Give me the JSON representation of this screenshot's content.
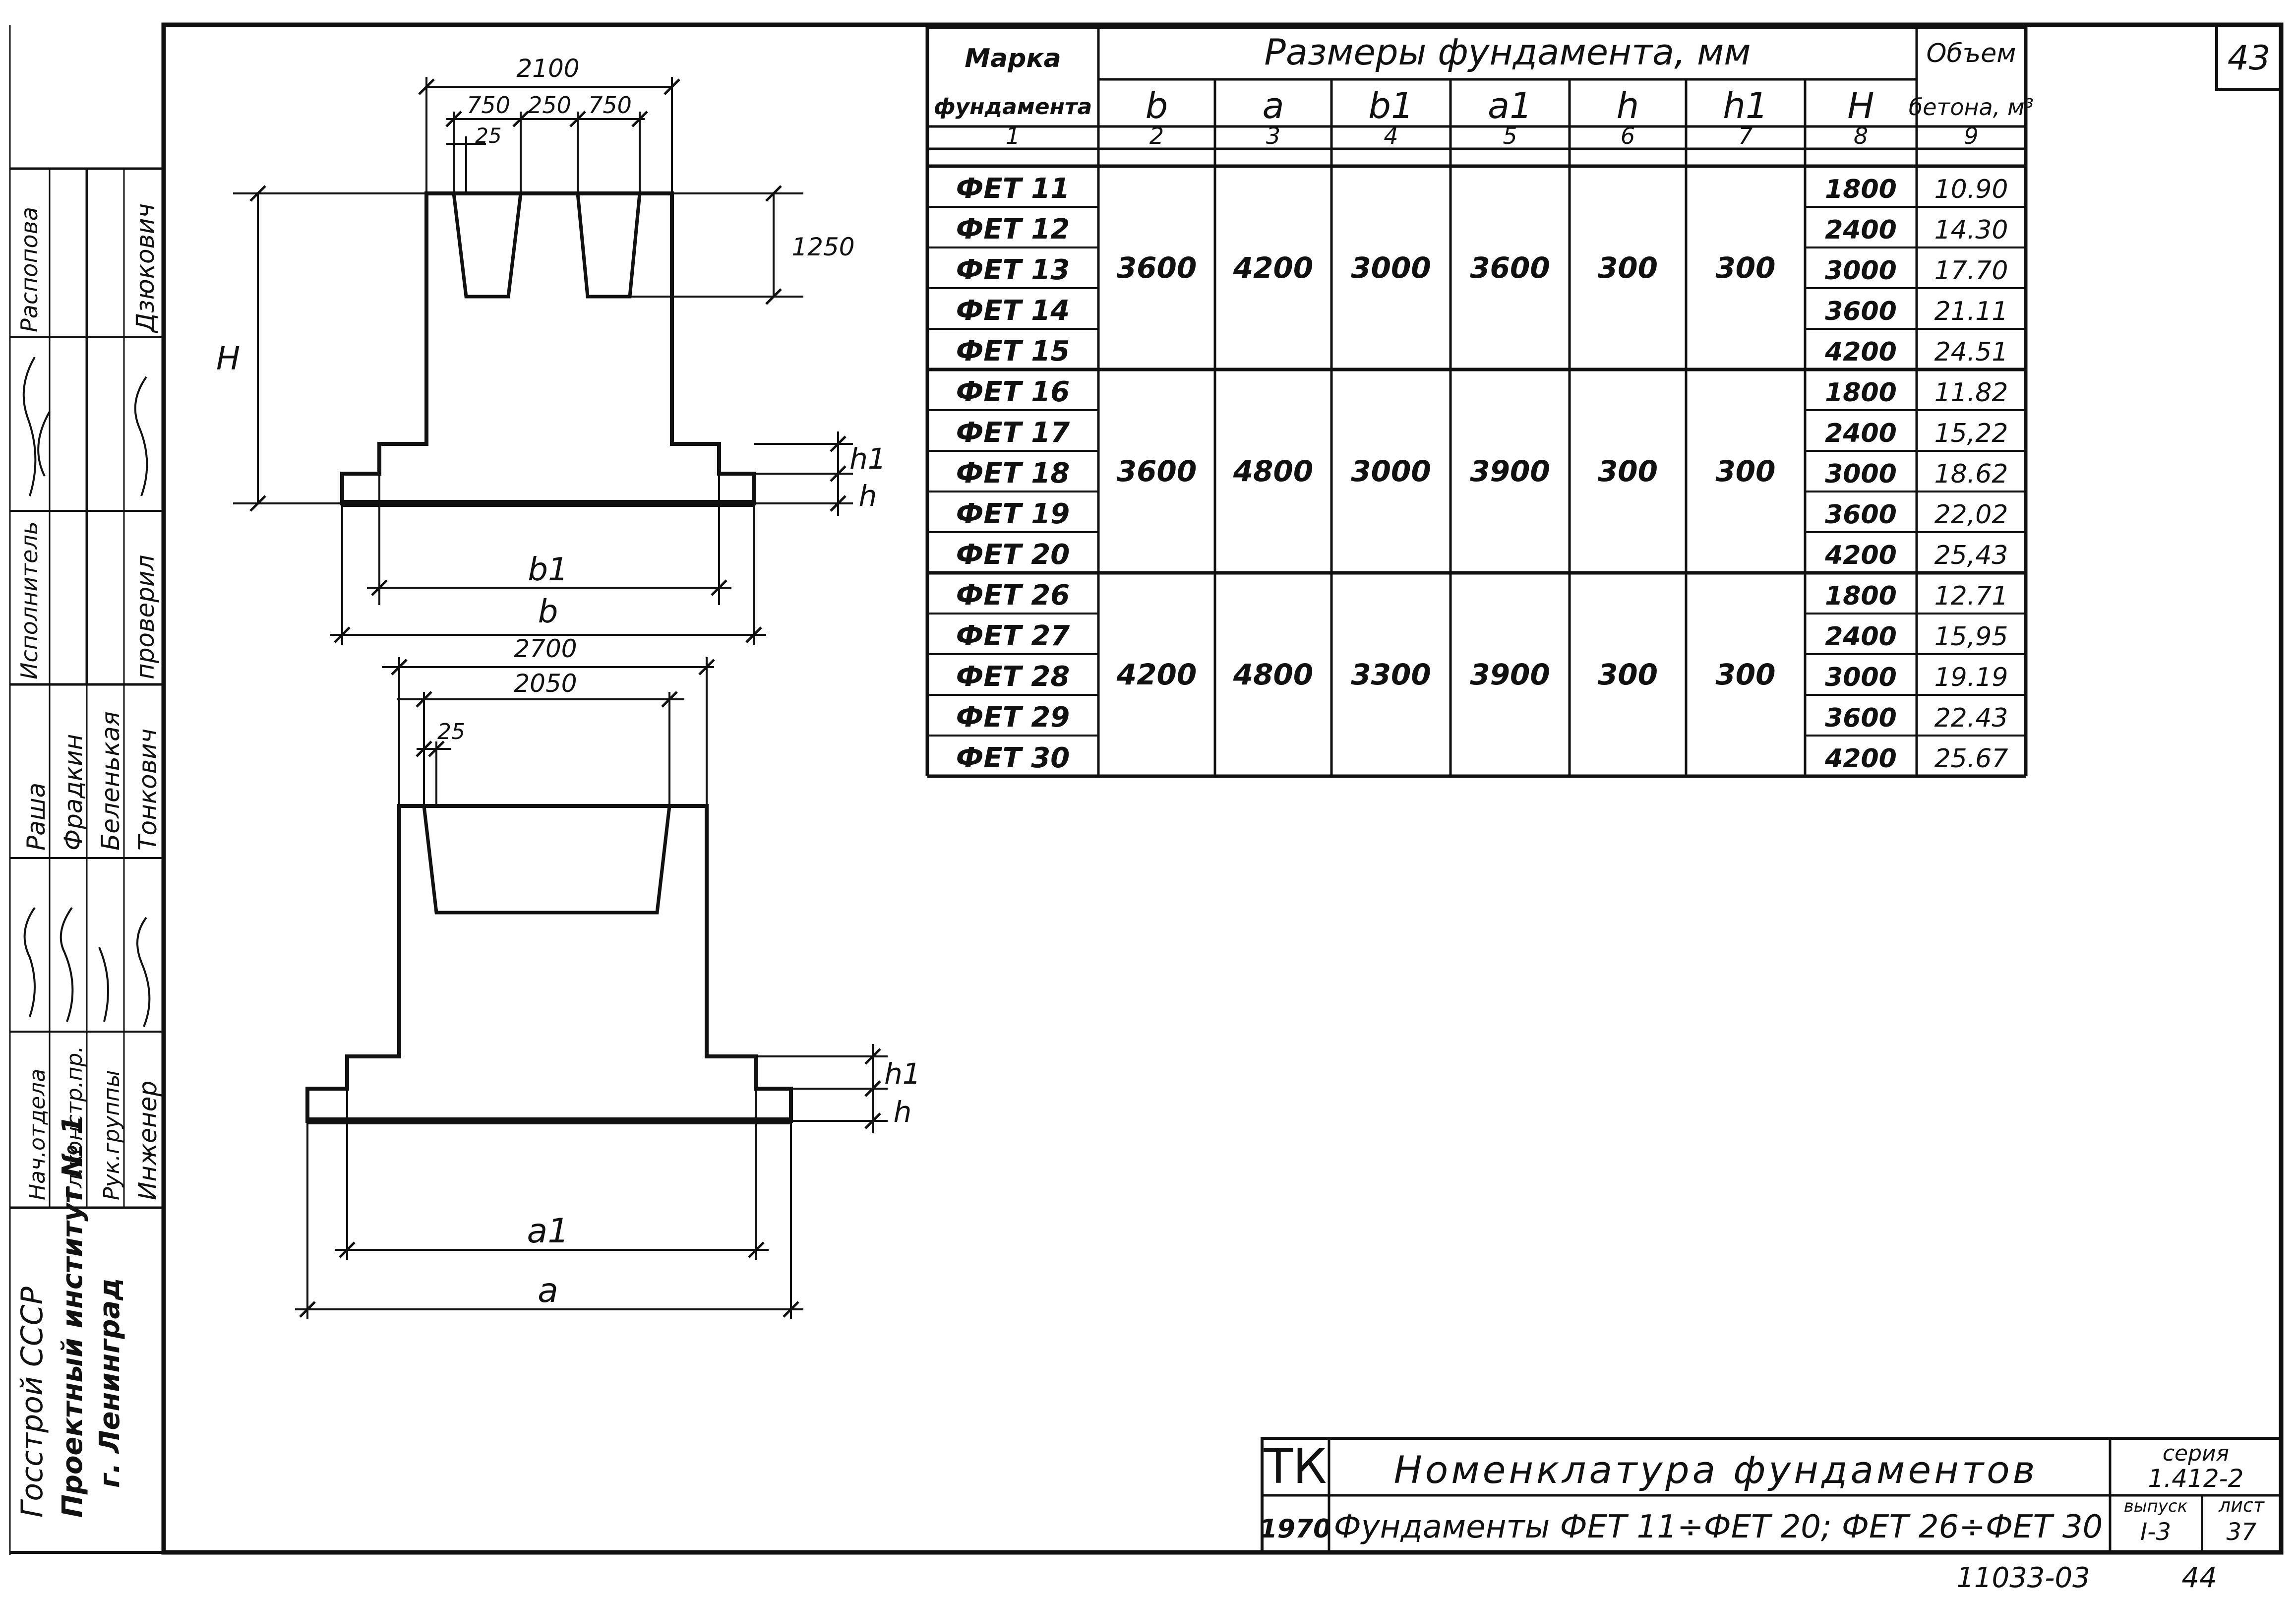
{
  "sheet_number": "43",
  "archive_number": "11033-03",
  "page_number": "44",
  "stamp": {
    "org_line1": "Госстрой СССР",
    "org_line2": "Проектный институт № 1",
    "org_line3": "г. Ленинград",
    "roles": [
      "Нач.отдела",
      "Гл.констр.пр.",
      "Рук.группы",
      "Инженер"
    ],
    "names": [
      "Раша",
      "Фрадкин",
      "Беленькая",
      "Тонкович"
    ],
    "executor_label": "Исполнитель",
    "executor_name": "Распопова",
    "checker_label": "проверил",
    "checker_name": "Дзюкович"
  },
  "drawing": {
    "top_labels": [
      "2100",
      "750",
      "250",
      "750",
      "25",
      "1250",
      "H",
      "h1",
      "h",
      "b1",
      "b"
    ],
    "bottom_labels": [
      "2700",
      "2050",
      "25",
      "h1",
      "h",
      "a1",
      "a"
    ]
  },
  "table": {
    "header_mark": [
      "Марка",
      "фундамента"
    ],
    "header_dims": "Размеры фундамента, мм",
    "header_volume": [
      "Объем",
      "бетона, м³"
    ],
    "col_labels": [
      "b",
      "a",
      "b1",
      "a1",
      "h",
      "h1",
      "H"
    ],
    "col_numbers": [
      "1",
      "2",
      "3",
      "4",
      "5",
      "6",
      "7",
      "8",
      "9"
    ],
    "groups": [
      {
        "b": "3600",
        "a": "4200",
        "b1": "3000",
        "a1": "3600",
        "h": "300",
        "h1": "300",
        "rows": [
          {
            "mark": "ФЕТ 11",
            "H": "1800",
            "vol": "10.90"
          },
          {
            "mark": "ФЕТ 12",
            "H": "2400",
            "vol": "14.30"
          },
          {
            "mark": "ФЕТ 13",
            "H": "3000",
            "vol": "17.70"
          },
          {
            "mark": "ФЕТ 14",
            "H": "3600",
            "vol": "21.11"
          },
          {
            "mark": "ФЕТ 15",
            "H": "4200",
            "vol": "24.51"
          }
        ]
      },
      {
        "b": "3600",
        "a": "4800",
        "b1": "3000",
        "a1": "3900",
        "h": "300",
        "h1": "300",
        "rows": [
          {
            "mark": "ФЕТ 16",
            "H": "1800",
            "vol": "11.82"
          },
          {
            "mark": "ФЕТ 17",
            "H": "2400",
            "vol": "15,22"
          },
          {
            "mark": "ФЕТ 18",
            "H": "3000",
            "vol": "18.62"
          },
          {
            "mark": "ФЕТ 19",
            "H": "3600",
            "vol": "22,02"
          },
          {
            "mark": "ФЕТ 20",
            "H": "4200",
            "vol": "25,43"
          }
        ]
      },
      {
        "b": "4200",
        "a": "4800",
        "b1": "3300",
        "a1": "3900",
        "h": "300",
        "h1": "300",
        "rows": [
          {
            "mark": "ФЕТ 26",
            "H": "1800",
            "vol": "12.71"
          },
          {
            "mark": "ФЕТ 27",
            "H": "2400",
            "vol": "15,95"
          },
          {
            "mark": "ФЕТ 28",
            "H": "3000",
            "vol": "19.19"
          },
          {
            "mark": "ФЕТ 29",
            "H": "3600",
            "vol": "22.43"
          },
          {
            "mark": "ФЕТ 30",
            "H": "4200",
            "vol": "25.67"
          }
        ]
      }
    ]
  },
  "title_block": {
    "tk": "ТК",
    "year": "1970",
    "title": "Номенклатура фундаментов",
    "subtitle": "Фундаменты ФЕТ 11÷ФЕТ 20; ФЕТ 26÷ФЕТ 30",
    "series_label": "серия",
    "series_value": "1.412-2",
    "issue_label": "выпуск",
    "issue_value": "I-3",
    "sheet_label": "лист",
    "sheet_value": "37"
  }
}
